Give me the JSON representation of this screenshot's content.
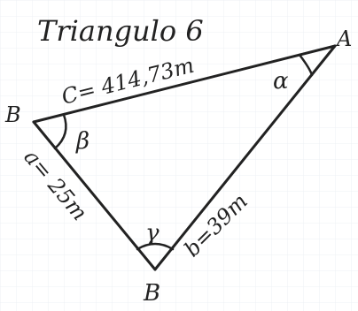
{
  "title": "Triangulo 6",
  "vertices": {
    "top_right": "A",
    "left": "B",
    "bottom": "B"
  },
  "sides": {
    "c": "C= 414,73m",
    "a": "a= 25m",
    "b": "b=39m"
  },
  "angles": {
    "alpha": "α",
    "beta": "β",
    "gamma": "γ"
  },
  "colors": {
    "ink": "#222222",
    "grid": "#eef1f4"
  }
}
